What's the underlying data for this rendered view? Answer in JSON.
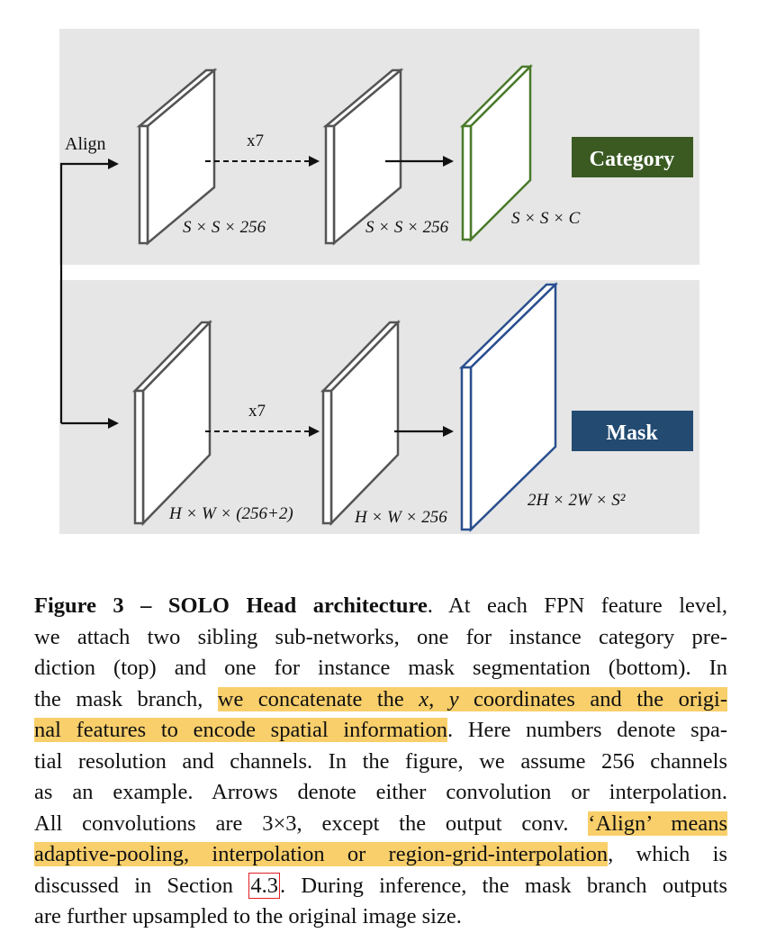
{
  "figure": {
    "align_label": "Align",
    "top_branch": {
      "repeat_label": "x7",
      "dims": [
        "S × S × 256",
        "S × S × 256",
        "S × S × C"
      ],
      "output_label": "Category",
      "output_color": "#3a5a22",
      "output_layer_color": "#4a7a2a"
    },
    "bottom_branch": {
      "repeat_label": "x7",
      "dims": [
        "H × W × (256+2)",
        "H × W × 256",
        "2H × 2W × S²"
      ],
      "output_label": "Mask",
      "output_color": "#234b72",
      "output_layer_color": "#2a4f8f"
    },
    "panel_color": "#e6e6e6",
    "highlight_color": "#f8cf6b"
  },
  "caption": {
    "figure_number": "Figure 3",
    "dash": " – ",
    "title": "SOLO Head architecture",
    "lines": [
      ". At each FPN feature level,",
      "we attach two sibling sub-networks, one for instance category pre-",
      "diction (top) and one for instance mask segmentation (bottom). In",
      "the mask branch, ",
      "we concatenate the ",
      "x",
      ", ",
      "y",
      " coordinates and the origi-",
      "nal features to encode spatial information",
      ". Here numbers denote spa-",
      "tial resolution and channels. In the figure, we assume 256 channels",
      "as an example. Arrows denote either convolution or interpolation.",
      "All convolutions are 3×3, except the output conv. ",
      "‘Align’ means",
      "adaptive-pooling, interpolation or region-grid-interpolation",
      ", which is",
      "discussed in Section ",
      "4.3",
      ". During inference, the mask branch outputs",
      "are further upsampled to the original image size."
    ]
  }
}
